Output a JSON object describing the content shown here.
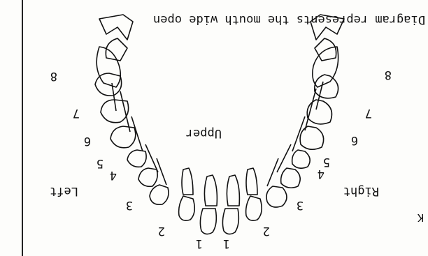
{
  "caption": "Diagram represents the mouth wide open",
  "labels": {
    "upper": "Upper",
    "left": "Left",
    "right": "Right"
  },
  "tooth_numbers_left": [
    "1",
    "2",
    "3",
    "4",
    "5",
    "6",
    "7",
    "8"
  ],
  "tooth_numbers_right": [
    "1",
    "2",
    "3",
    "4",
    "5",
    "6",
    "7",
    "8"
  ],
  "stray_mark": "K"
}
